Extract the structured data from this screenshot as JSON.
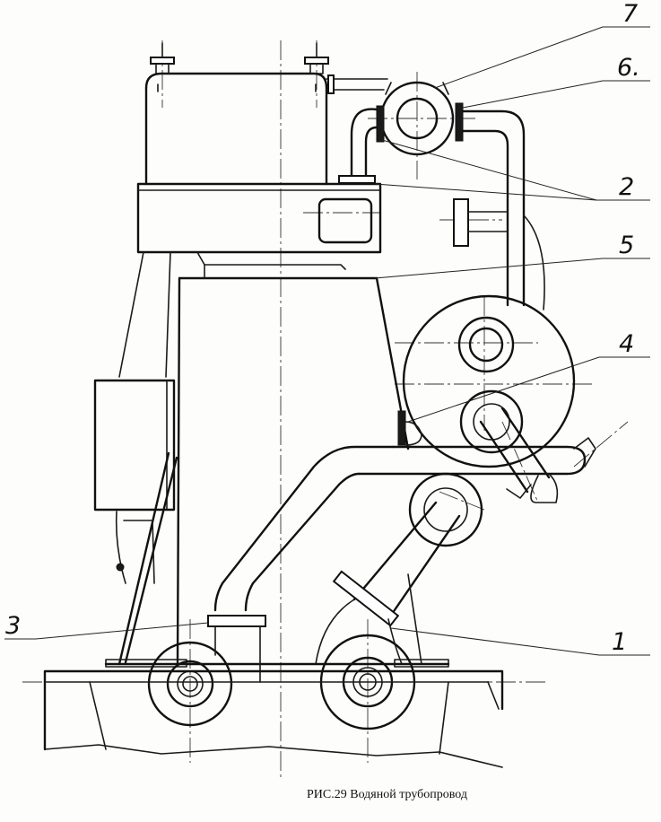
{
  "caption": "РИС.29  Водяной трубопровод",
  "callouts": [
    {
      "id": "1",
      "text": "1"
    },
    {
      "id": "2",
      "text": "2"
    },
    {
      "id": "3",
      "text": "3"
    },
    {
      "id": "4",
      "text": "4"
    },
    {
      "id": "5",
      "text": "5"
    },
    {
      "id": "6",
      "text": "6."
    },
    {
      "id": "7",
      "text": "7"
    }
  ]
}
